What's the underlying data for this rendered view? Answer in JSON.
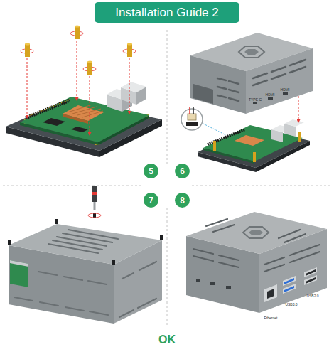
{
  "diagram": {
    "title": "Installation Guide 2",
    "nodes": [
      {
        "text": [
          "5"
        ]
      },
      {
        "text": [
          "6"
        ]
      },
      {
        "text": [
          "7"
        ]
      },
      {
        "text": [
          "8"
        ]
      }
    ],
    "labels": [
      "TYPE C",
      "HDMI",
      "HDMI",
      "Ethernet",
      "USB3.0",
      "USB2.0",
      "OK"
    ]
  }
}
